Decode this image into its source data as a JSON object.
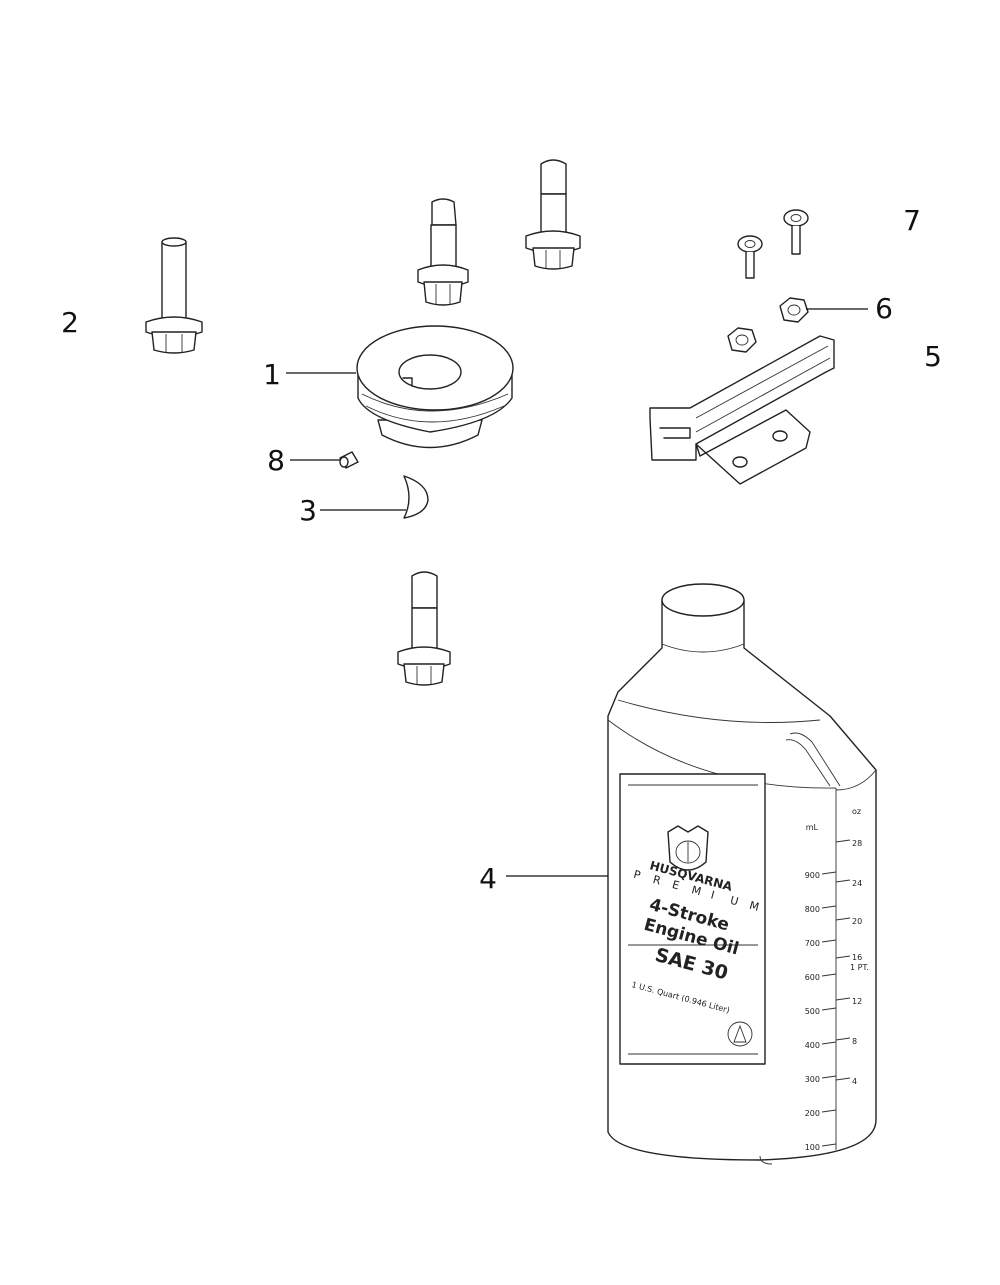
{
  "callouts": [
    "1",
    "2",
    "3",
    "4",
    "5",
    "6",
    "7",
    "8"
  ],
  "oil_label": {
    "brand": "HUSQVARNA",
    "premium_letters": [
      "P",
      "R",
      "E",
      "M",
      "I",
      "U",
      "M"
    ],
    "line1": "4-Stroke",
    "line2": "Engine Oil",
    "line3": "SAE 30",
    "size": "1 U.S. Quart (0.946 Liter)"
  },
  "scale": {
    "left_unit": "mL",
    "right_unit": "oz",
    "pint_mark": "1 PT.",
    "ml_ticks": [
      "900",
      "800",
      "700",
      "600",
      "500",
      "400",
      "300",
      "200",
      "100"
    ],
    "oz_ticks": [
      "28",
      "24",
      "20",
      "16",
      "12",
      "8",
      "4"
    ]
  }
}
